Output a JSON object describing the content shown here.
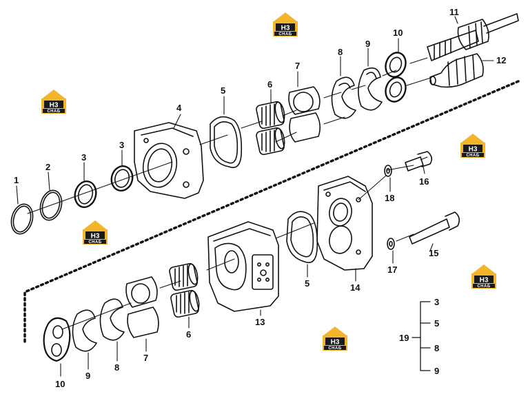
{
  "watermark": {
    "brand": "H3",
    "sub": "CHAБ"
  },
  "colors": {
    "line": "#111111",
    "watermark_gold": "#f2b52b",
    "watermark_dark": "#1a1a1a"
  },
  "callouts": {
    "c1": "1",
    "c2": "2",
    "c3a": "3",
    "c3b": "3",
    "c4": "4",
    "c5a": "5",
    "c6a": "6",
    "c7a": "7",
    "c8a": "8",
    "c9a": "9",
    "c10a": "10",
    "c11": "11",
    "c12": "12",
    "c13": "13",
    "c14": "14",
    "c5b": "5",
    "c15": "15",
    "c16": "16",
    "c17": "17",
    "c18": "18",
    "c10b": "10",
    "c9b": "9",
    "c8b": "8",
    "c7b": "7",
    "c6b": "6"
  },
  "kit": {
    "main": "19",
    "items": [
      "3",
      "5",
      "8",
      "9"
    ]
  }
}
